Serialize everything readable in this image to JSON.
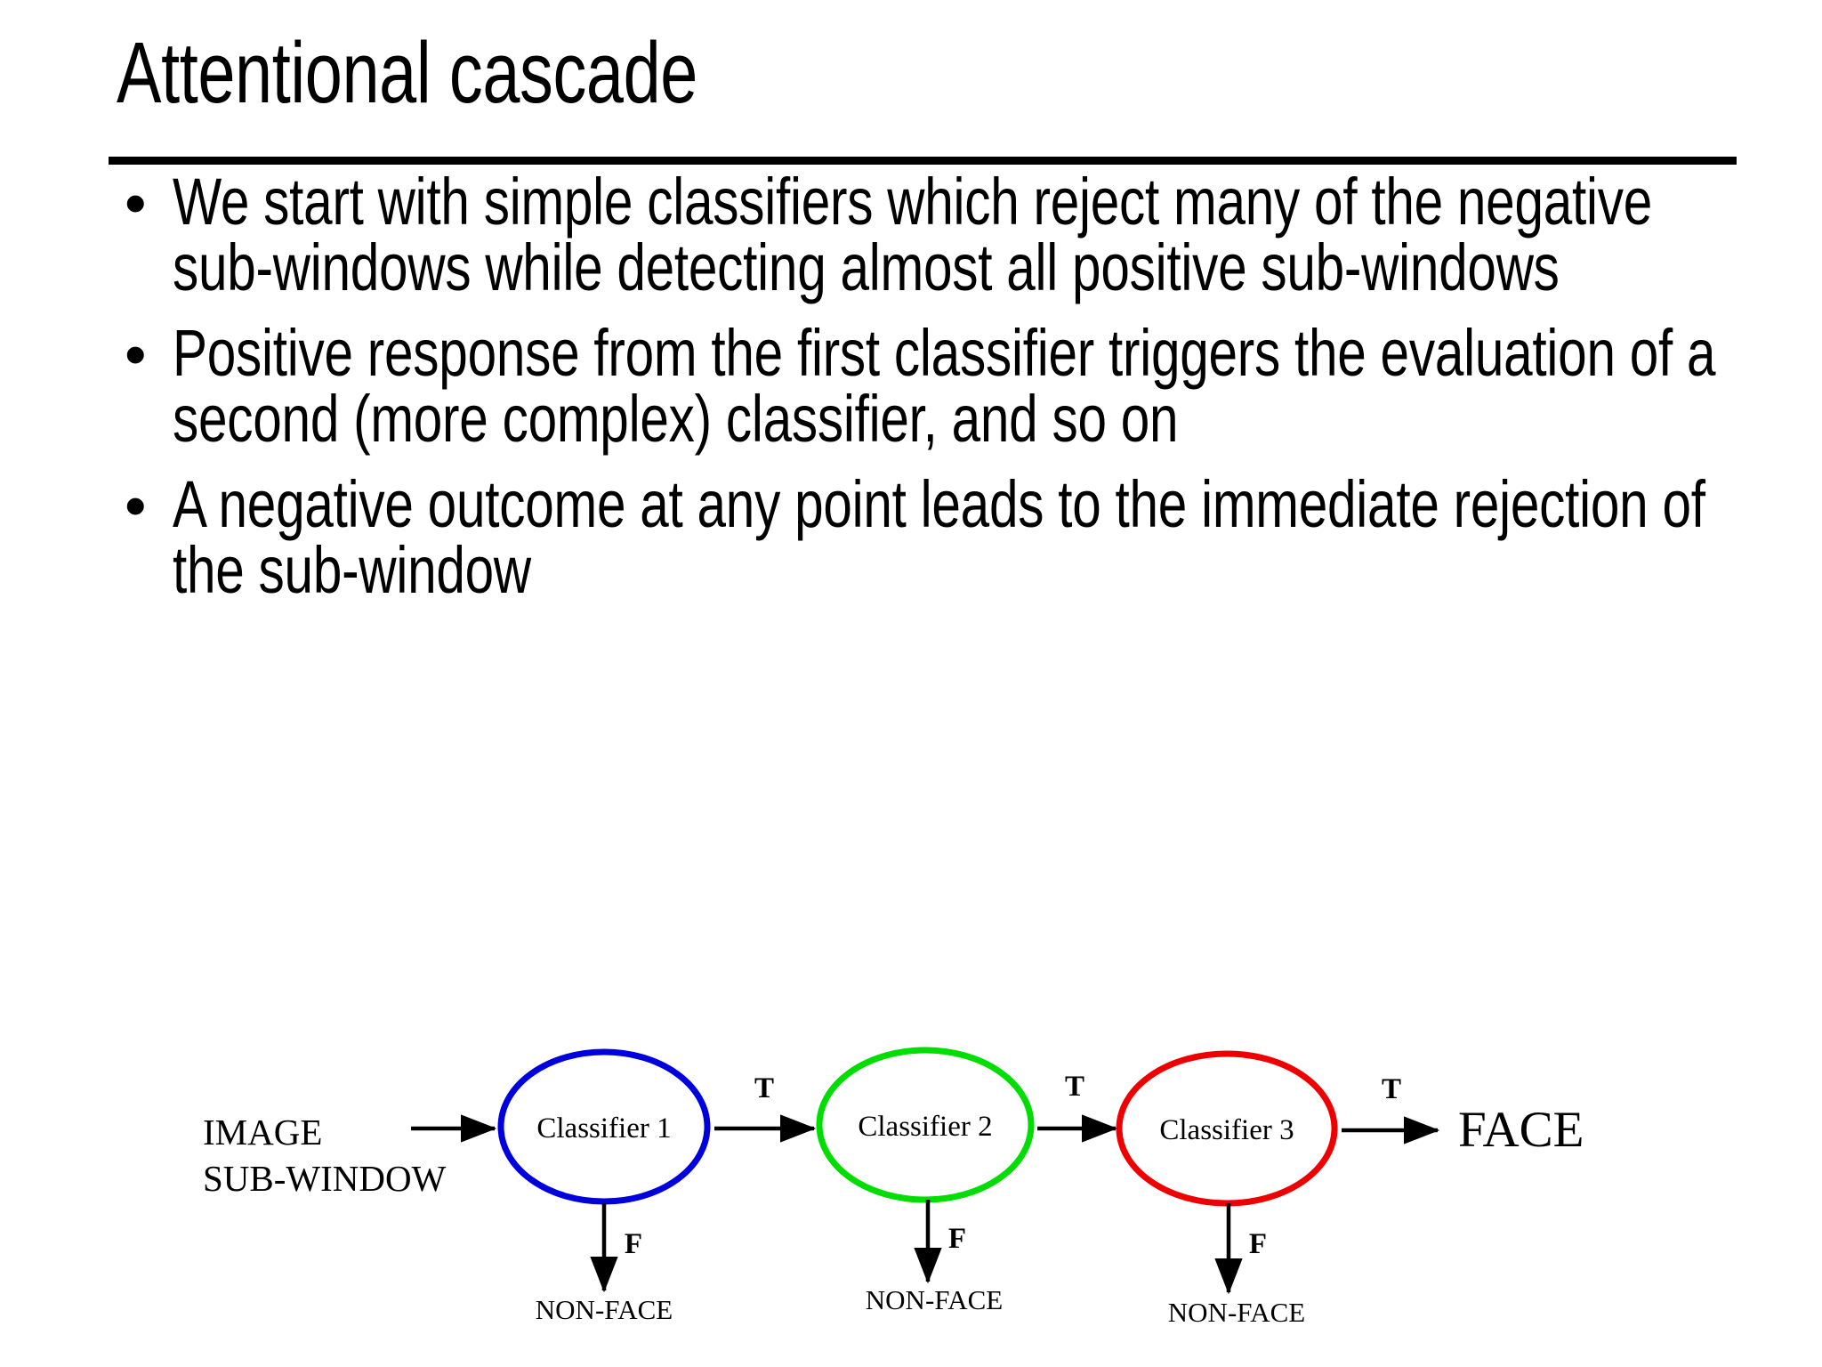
{
  "slide": {
    "title": "Attentional cascade",
    "bullets": [
      "We start with simple classifiers which reject many of the negative sub-windows while detecting almost all positive sub-windows",
      "Positive response from the first classifier triggers the evaluation of a second (more complex) classifier, and so on",
      "A negative outcome at any point leads to the immediate rejection of the sub-window"
    ],
    "bullet_marker": "•"
  },
  "diagram": {
    "input_label_line1": "IMAGE",
    "input_label_line2": "SUB-WINDOW",
    "output_label": "FACE",
    "true_label": "T",
    "false_label": "F",
    "reject_label": "NON-FACE",
    "nodes": [
      {
        "label": "Classifier 1",
        "color": "#0000DD"
      },
      {
        "label": "Classifier 2",
        "color": "#00DD00"
      },
      {
        "label": "Classifier 3",
        "color": "#EE0000"
      }
    ],
    "edges": {
      "t1": "T",
      "t2": "T",
      "t3": "T",
      "f1": "F",
      "f2": "F",
      "f3": "F"
    },
    "rejects": [
      "NON-FACE",
      "NON-FACE",
      "NON-FACE"
    ]
  },
  "colors": {
    "background": "#FFFFFF",
    "text": "#000000",
    "rule": "#000000",
    "classifier1": "#0000DD",
    "classifier2": "#00DD00",
    "classifier3": "#EE0000"
  }
}
